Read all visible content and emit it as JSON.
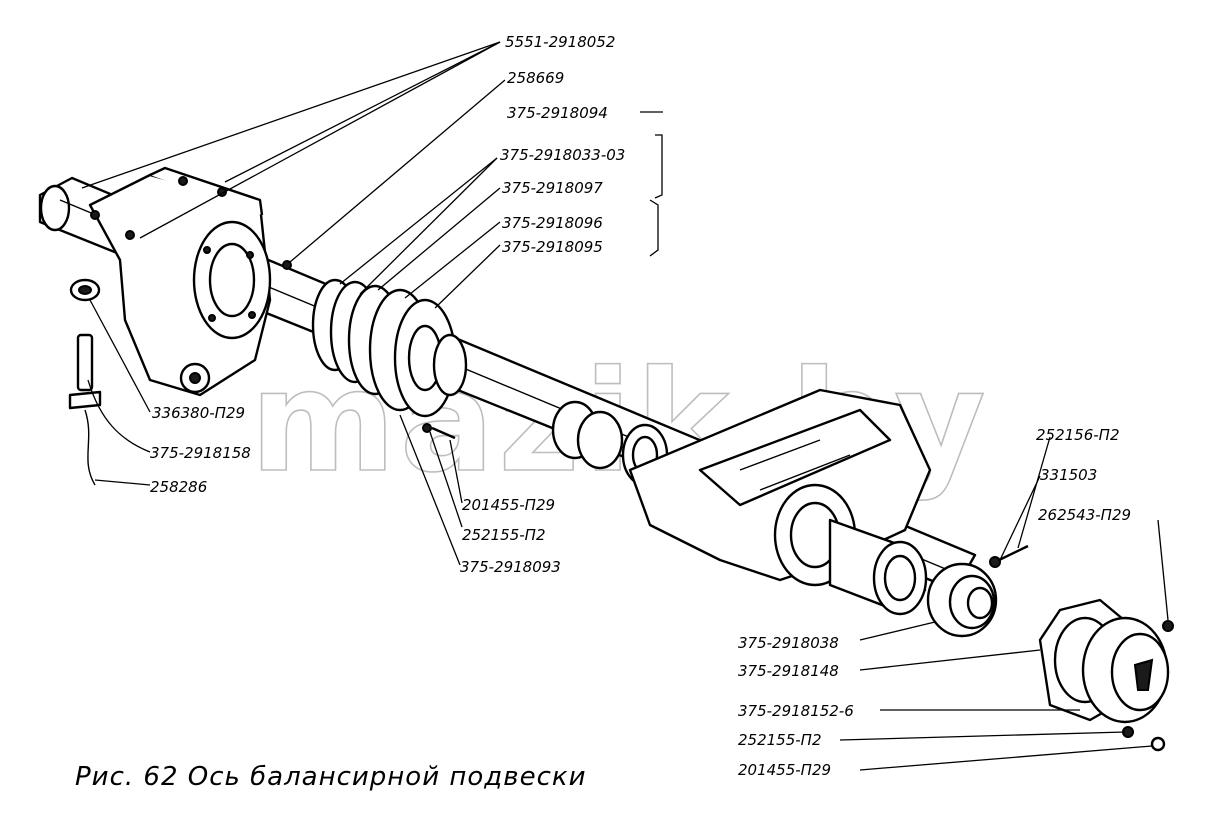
{
  "caption": "Рис. 62 Ось балансирной подвески",
  "watermark": "mazik.by",
  "callouts": {
    "p5551": "5551-2918052",
    "p258669": "258669",
    "p2918094": "375-2918094",
    "p2918033": "375-2918033-03",
    "p2918097": "375-2918097",
    "p2918096": "375-2918096",
    "p2918095": "375-2918095",
    "p336380": "336380-П29",
    "p2918158": "375-2918158",
    "p258286": "258286",
    "p201455a": "201455-П29",
    "p252155a": "252155-П2",
    "p2918093": "375-2918093",
    "p252156": "252156-П2",
    "p331503": "331503",
    "p262543": "262543-П29",
    "p2918038": "375-2918038",
    "p2918148": "375-2918148",
    "p2918152": "375-2918152-6",
    "p252155b": "252155-П2",
    "p201455b": "201455-П29"
  }
}
